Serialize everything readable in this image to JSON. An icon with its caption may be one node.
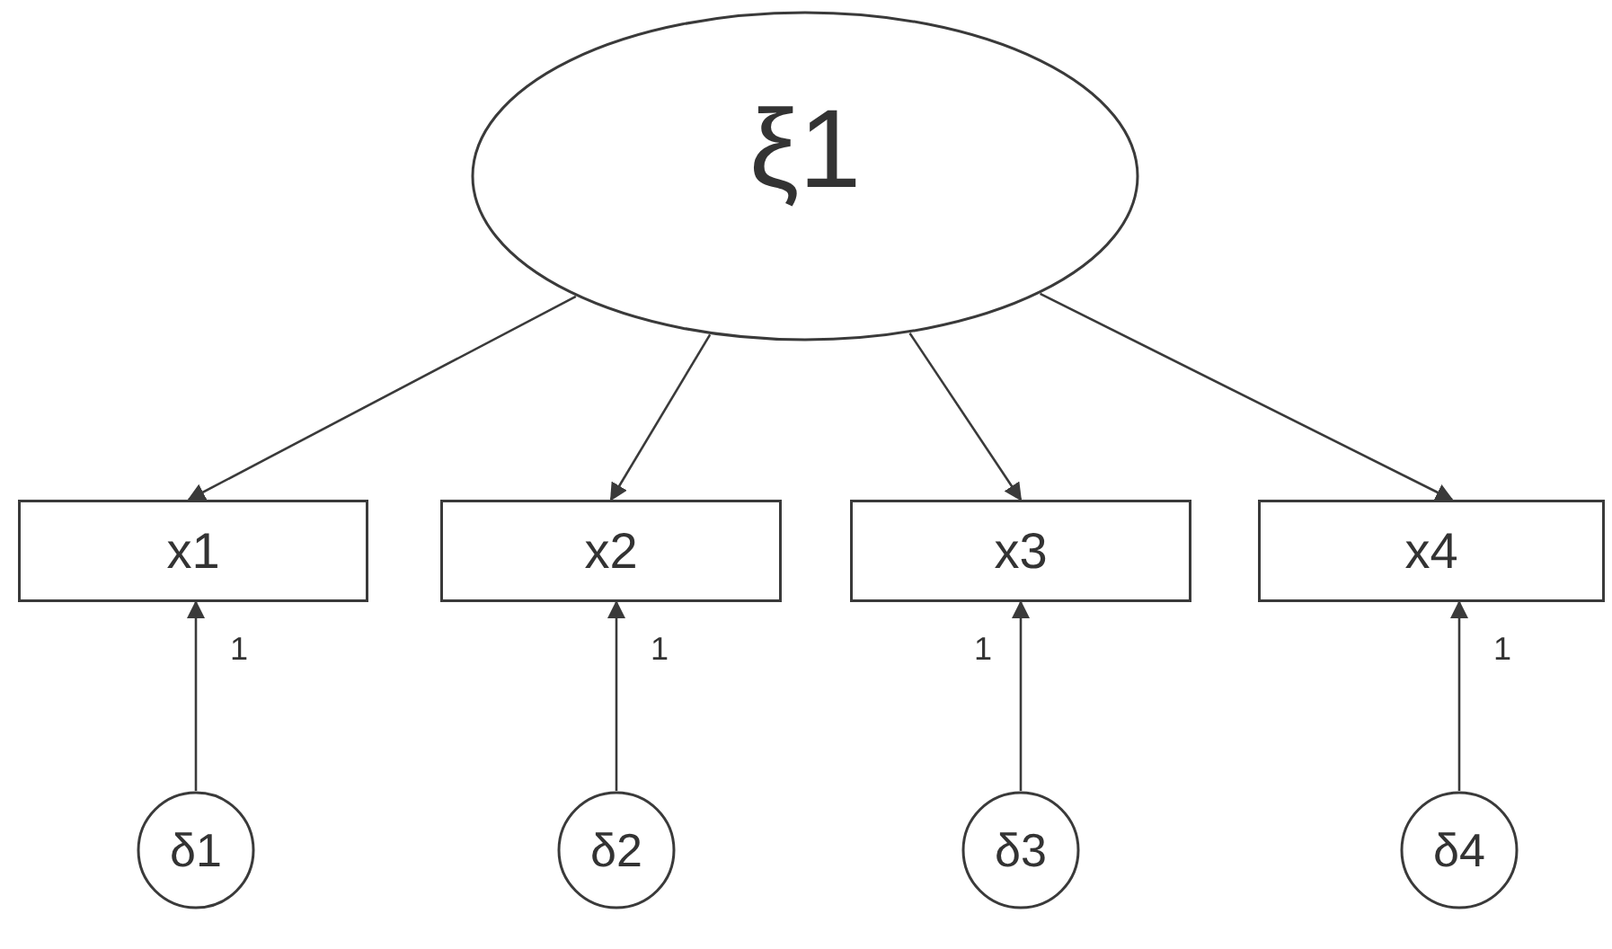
{
  "diagram": {
    "nodes": [
      {
        "text": [
          "ξ1"
        ]
      },
      {
        "text": [
          "x1"
        ]
      },
      {
        "text": [
          "x2"
        ]
      },
      {
        "text": [
          "x3"
        ]
      },
      {
        "text": [
          "x4"
        ]
      },
      {
        "text": [
          "δ1"
        ]
      },
      {
        "text": [
          "δ2"
        ]
      },
      {
        "text": [
          "δ3"
        ]
      },
      {
        "text": [
          "δ4"
        ]
      }
    ],
    "edges": [
      {
        "from": 0,
        "to": 1,
        "arrow": "to"
      },
      {
        "from": 0,
        "to": 2,
        "arrow": "to"
      },
      {
        "from": 0,
        "to": 3,
        "arrow": "to"
      },
      {
        "from": 0,
        "to": 4,
        "arrow": "to"
      },
      {
        "from": 5,
        "to": 1,
        "arrow": "to",
        "label": "1"
      },
      {
        "from": 6,
        "to": 2,
        "arrow": "to",
        "label": "1"
      },
      {
        "from": 7,
        "to": 3,
        "arrow": "to",
        "label": "1"
      },
      {
        "from": 8,
        "to": 4,
        "arrow": "to",
        "label": "1"
      }
    ]
  }
}
